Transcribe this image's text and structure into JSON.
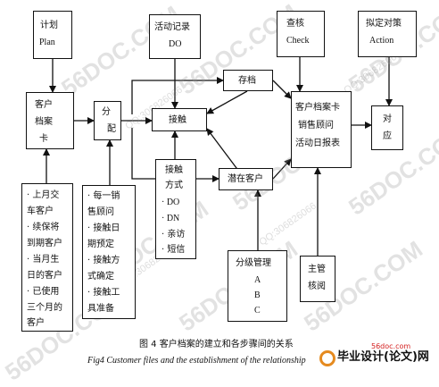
{
  "boxes": {
    "plan": {
      "line1": "计划",
      "line2": "Plan"
    },
    "do": {
      "line1": "活动记录",
      "line2": "DO"
    },
    "check": {
      "line1": "查核",
      "line2": "Check"
    },
    "action": {
      "line1": "拟定对策",
      "line2": "Action"
    },
    "customer_card": [
      "客户",
      "档案",
      "卡"
    ],
    "distribute": [
      "分",
      "配"
    ],
    "archive": "存档",
    "contact": "接触",
    "prospect": "潜在客户",
    "report": [
      "客户档案卡",
      "销售顾问",
      "活动日报表"
    ],
    "countermeasure": [
      "对",
      "应"
    ],
    "contact_methods": [
      "接触",
      "方式",
      "· DO",
      "· DN",
      "· 亲访",
      "· 短信"
    ],
    "grade_mgmt": [
      "分级管理",
      "A",
      "B",
      "C"
    ],
    "supervisor": [
      "主管",
      "核阅"
    ],
    "customer_sources": [
      "· 上月交",
      "车客户",
      "· 续保将",
      "到期客户",
      "· 当月生",
      "日的客户",
      "· 已使用",
      "三个月的",
      "客户"
    ],
    "preparation": [
      "· 每一销",
      "售顾问",
      "· 接触日",
      "期预定",
      "· 接触方",
      "式确定",
      "· 接触工",
      "具准备"
    ]
  },
  "caption": {
    "cn": "图 4   客户档案的建立和各步骤间的关系",
    "en": "Fig4  Customer files and the establishment of the relationship"
  },
  "watermarks": {
    "main": "56DOC.COM",
    "phone": "QQ:306826066",
    "logo_site": "56doc.com",
    "logo_text": "毕业设计(论文)网"
  },
  "colors": {
    "line": "#111111",
    "logo_red": "#d42020",
    "logo_ring": "#e58a1f"
  }
}
